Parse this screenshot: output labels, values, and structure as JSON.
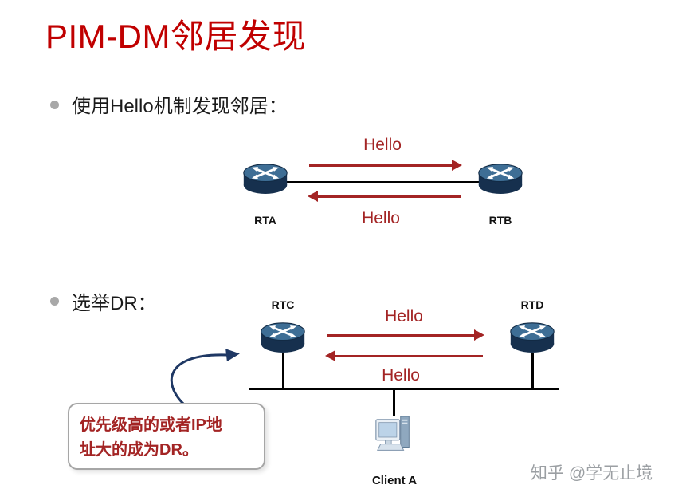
{
  "slide": {
    "title": "PIM-DM邻居发现",
    "bullet1": "使用Hello机制发现邻居：",
    "bullet2": "选举DR："
  },
  "diagram1": {
    "left_router_label": "RTA",
    "right_router_label": "RTB",
    "top_arrow_label": "Hello",
    "bottom_arrow_label": "Hello"
  },
  "diagram2": {
    "left_router_label": "RTC",
    "right_router_label": "RTD",
    "top_arrow_label": "Hello",
    "bottom_arrow_label": "Hello",
    "client_label": "Client A",
    "callout_lines": [
      "优先级高的或者IP地",
      "址大的成为DR。"
    ]
  },
  "watermark": {
    "text": "知乎 @学无止境"
  },
  "colors": {
    "title_red": "#C00000",
    "accent_red": "#A32424",
    "router_navy": "#16304E",
    "router_top": "#3E6E95",
    "callout_border": "#A6A6A6",
    "watermark_gray": "#9B9FA3",
    "pointer_blue": "#1F3864"
  }
}
